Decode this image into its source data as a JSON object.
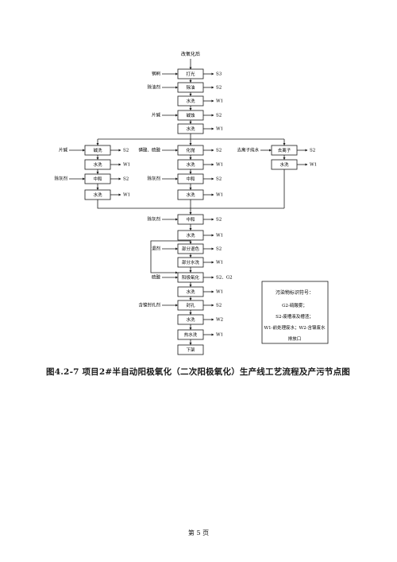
{
  "flow": {
    "source": "改氧化后",
    "steps": {
      "s1": "打光",
      "s2": "除油",
      "s3": "水洗",
      "s4": "碱蚀",
      "s5": "水洗",
      "l1": "碱洗",
      "l2": "水洗",
      "l3": "中和",
      "l4": "水洗",
      "m1": "化抛",
      "m2": "水洗",
      "m3": "中和",
      "m4": "水洗",
      "r1": "去离子",
      "r2": "水洗",
      "c1": "中和",
      "c2": "水洗",
      "c3": "部分退色",
      "c4": "部分水洗",
      "c5": "阳极氧化",
      "c6": "水洗",
      "c7": "封孔",
      "c8": "水洗",
      "c9": "热水洗",
      "end": "下架"
    },
    "inputs": {
      "s1": "钢刷",
      "s2": "除油剂",
      "s4": "片碱",
      "l1": "片碱",
      "l3": "除灰剂",
      "m1": "磷酸、硫酸",
      "m3": "除灰剂",
      "r1": "去离子纯水",
      "c1": "除灰剂",
      "c3": "退剂",
      "c5": "硫酸",
      "c7": "含镍封孔剂"
    },
    "outputs": {
      "s1": "S3",
      "s2": "S2",
      "s3": "W1",
      "s4": "S2",
      "s5": "W1",
      "l1": "S2",
      "l2": "W1",
      "l3": "S2",
      "l4": "W1",
      "m1": "S2",
      "m2": "W1",
      "m3": "S2",
      "m4": "W1",
      "r1": "S2",
      "r2": "W1",
      "c1": "S2",
      "c2": "W1",
      "c3": "S2",
      "c4": "W1",
      "c5": "S2、G2",
      "c6": "W1",
      "c7": "S2",
      "c8": "W2",
      "c9": "W1"
    }
  },
  "legend": {
    "title": "污染物标识符号：",
    "lines": [
      "G2-硫酸雾；",
      "S2-废槽液及槽渣；",
      "W1-前处理废水；W2-含镍废水",
      "排放口"
    ]
  },
  "caption": "图4.2-7  项目2#半自动阳极氧化（二次阳极氧化）生产线工艺流程及产污节点图",
  "page_number": "第 5 页"
}
